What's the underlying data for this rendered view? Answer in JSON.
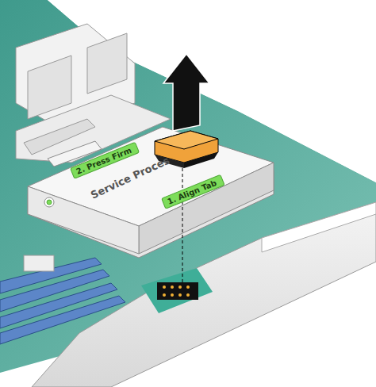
{
  "diagram": {
    "nodes": [
      {
        "text": [
          "2. Press Firm"
        ]
      },
      {
        "text": [
          "1. Align Tab"
        ]
      }
    ],
    "labels": [
      "Service Proces"
    ]
  }
}
